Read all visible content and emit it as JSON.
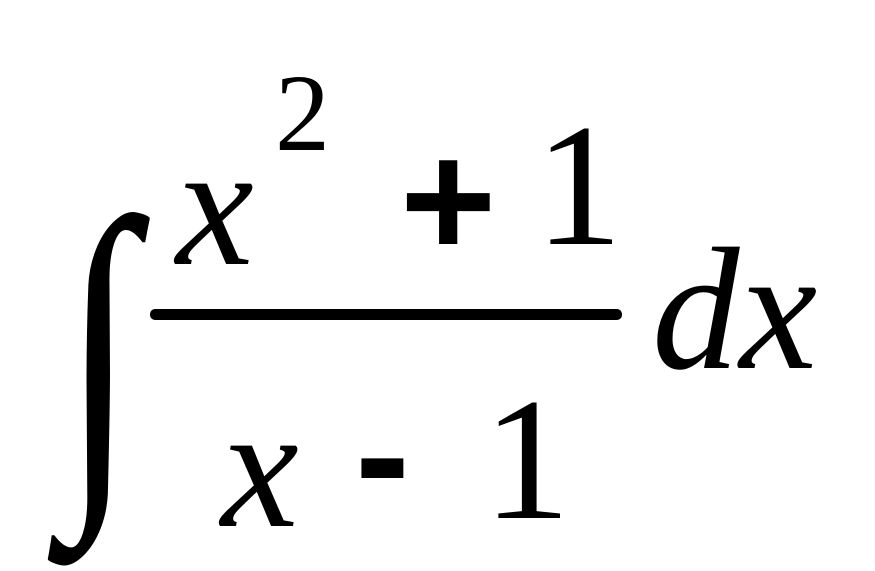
{
  "formula": {
    "integral_sign": "∫",
    "numerator": {
      "variable": "x",
      "exponent": "2",
      "operator": "+",
      "constant": "1"
    },
    "denominator": {
      "variable": "x",
      "operator": "-",
      "constant": "1"
    },
    "differential": "dx"
  }
}
